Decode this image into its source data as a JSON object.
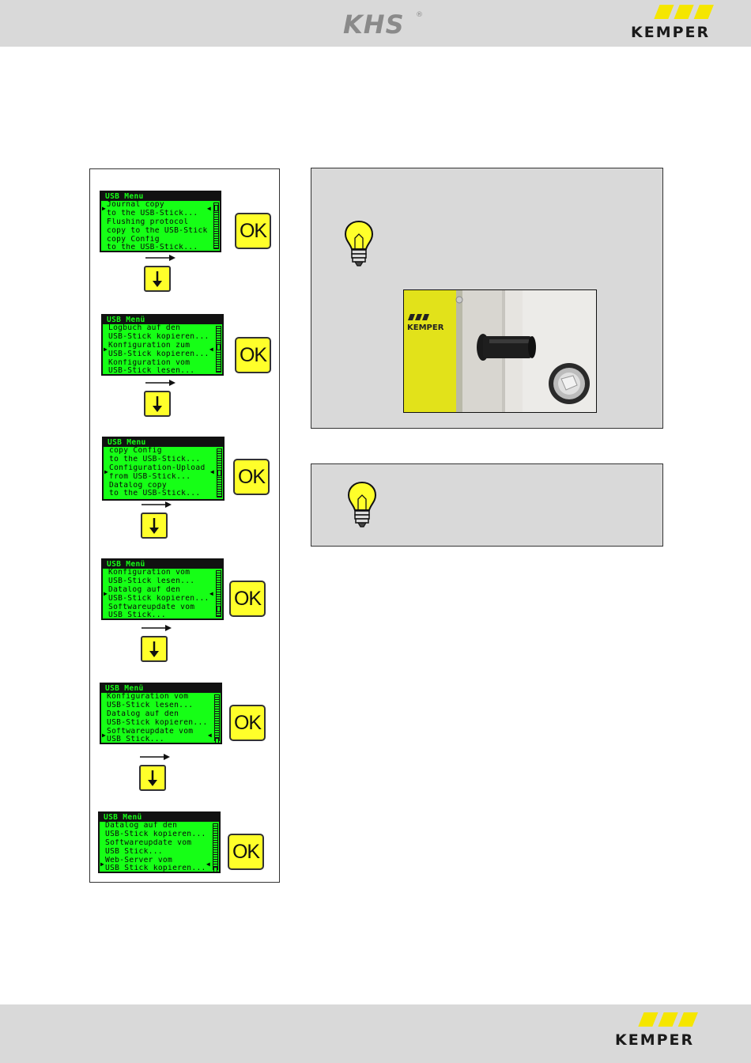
{
  "header": {
    "khs_logo": "KHS",
    "khs_reg": "®",
    "kemper_logo": "KEMPER"
  },
  "footer": {
    "kemper_logo": "KEMPER"
  },
  "screens": [
    {
      "title": "USB Menu",
      "lines": [
        "Journal copy",
        "to the USB-Stick...",
        "Flushing protocol",
        "copy to the USB-Stick",
        "copy Config",
        "to the USB-Stick..."
      ],
      "ok_label": "OK"
    },
    {
      "title": "USB Menü",
      "lines": [
        "Logbuch auf den",
        "USB-Stick kopieren...",
        "Konfiguration zum",
        "USB-Stick kopieren...",
        "Konfiguration vom",
        "USB-Stick lesen..."
      ],
      "ok_label": "OK"
    },
    {
      "title": "USB Menu",
      "lines": [
        "copy Config",
        "to the USB-Stick...",
        "Configuration-Upload",
        "from USB-Stick...",
        "Datalog copy",
        "to the USB-Stick..."
      ],
      "ok_label": "OK"
    },
    {
      "title": "USB Menü",
      "lines": [
        "Konfiguration vom",
        "USB-Stick lesen...",
        "Datalog auf den",
        "USB-Stick kopieren...",
        "Softwareupdate vom",
        "USB Stick..."
      ],
      "ok_label": "OK"
    },
    {
      "title": "USB Menü",
      "lines": [
        "Konfiguration vom",
        "USB-Stick lesen...",
        "Datalog auf den",
        "USB-Stick kopieren...",
        "Softwareupdate vom",
        "USB Stick..."
      ],
      "ok_label": "OK"
    },
    {
      "title": "USB Menü",
      "lines": [
        "Datalog auf den",
        "USB-Stick kopieren...",
        "Softwareupdate vom",
        "USB Stick...",
        "Web-Server vom",
        "USB Stick kopieren..."
      ],
      "ok_label": "OK"
    }
  ],
  "photo": {
    "housing_logo": "KEMPER"
  },
  "colors": {
    "lcd_green": "#16ff16",
    "button_yellow": "#ffff2a",
    "band_gray": "#d9d9d9",
    "kemper_yellow": "#f5e600"
  },
  "icons": [
    "lightbulb-icon",
    "down-arrow-icon",
    "right-arrow-icon"
  ]
}
